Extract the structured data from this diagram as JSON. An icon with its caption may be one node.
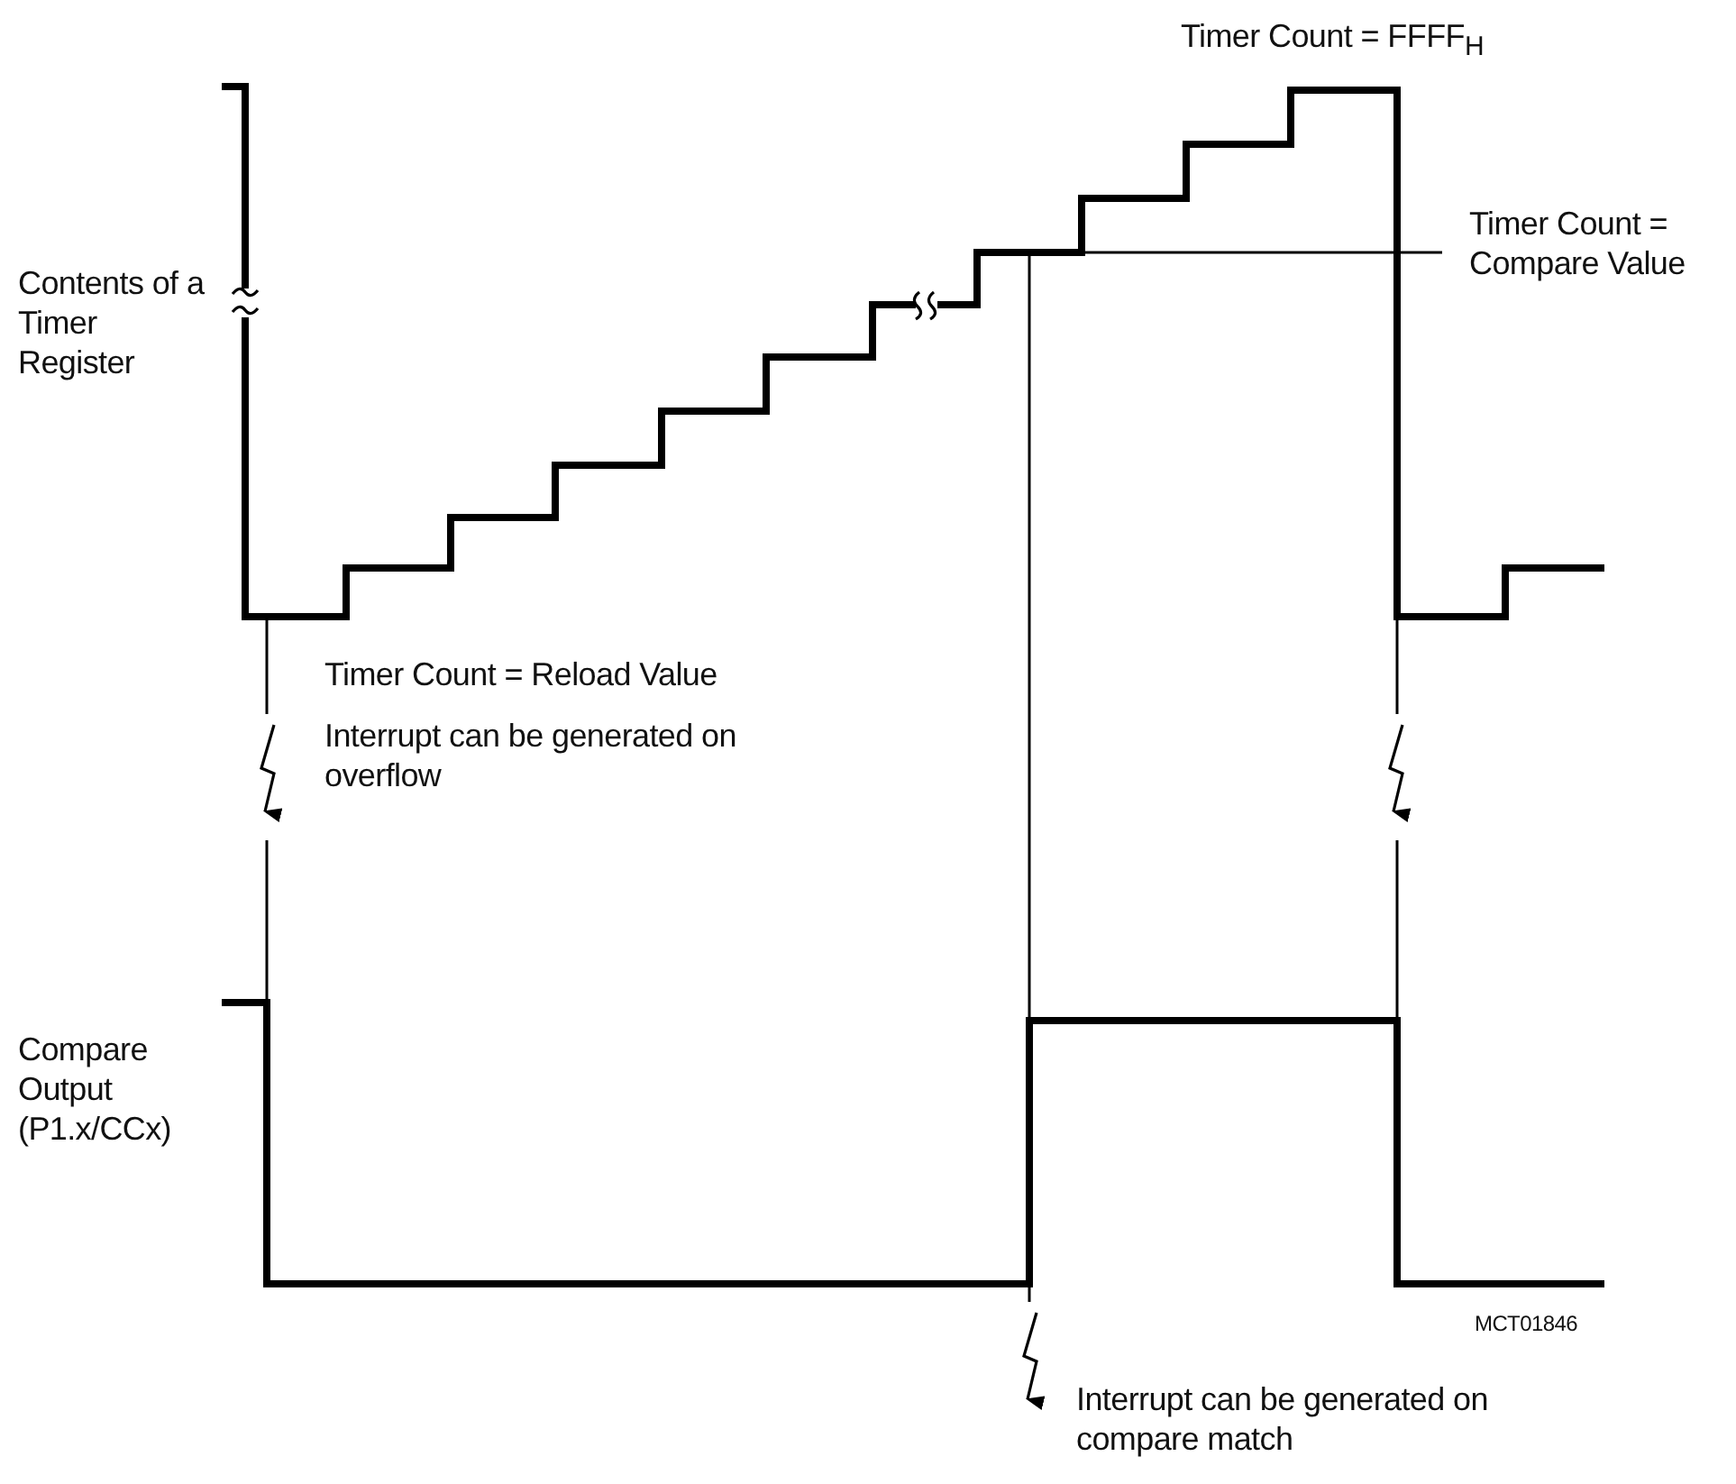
{
  "diagram": {
    "labels": [
      "Timer Count = FFFF$_{H}$",
      "Contents of a Timer Register",
      "Timer Count = Compare Value",
      "Timer Count = Reload Value",
      "Interrupt can be generated on overflow",
      "Compare Output (P1.x/CCx)",
      "MCT01846",
      "Interrupt can be generated on compare match"
    ]
  }
}
